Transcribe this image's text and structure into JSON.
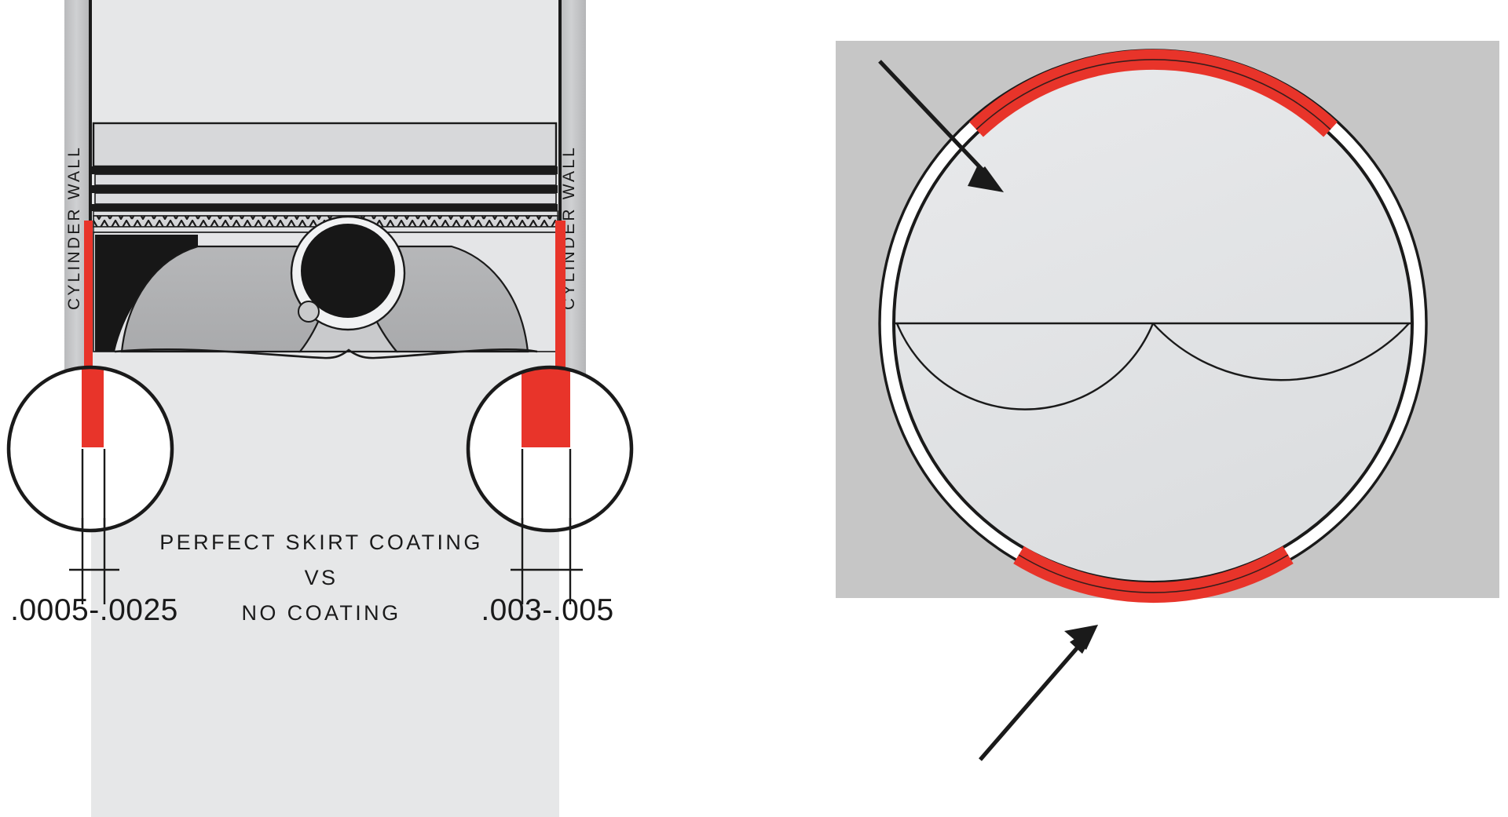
{
  "figure": {
    "title_lines": [
      "PERFECT SKIRT COATING",
      "VS",
      "NO COATING"
    ],
    "caption_line1": "PERFECT SKIRT COATING",
    "caption_line2": "VS",
    "caption_line3": "NO COATING"
  },
  "left_panel": {
    "name": "piston-cross-section",
    "wall_label_left": "CYLINDER WALL",
    "wall_label_right": "CYLINDER WALL",
    "callout_left": {
      "label": ".0005-.0025",
      "meaning": "coated skirt clearance"
    },
    "callout_right": {
      "label": ".003-.005",
      "meaning": "uncoated skirt clearance"
    }
  },
  "right_panel": {
    "name": "piston-top-view",
    "arrows": [
      {
        "name": "arrow-top-coating",
        "points_to": "upper red coating arc"
      },
      {
        "name": "arrow-bottom-coating",
        "points_to": "lower red coating arc"
      }
    ]
  },
  "colors": {
    "coating_red": "#e8342a",
    "panel_bg": "#e6e7e8",
    "right_panel_bg": "#c6c6c6",
    "cylinder_wall": "#c2c3c5",
    "piston_body": "#e2e3e5",
    "piston_skirt_shade": "#b2b3b5",
    "ink": "#1a1a1a",
    "white": "#ffffff",
    "pin_bore": "#1a1a1a"
  }
}
